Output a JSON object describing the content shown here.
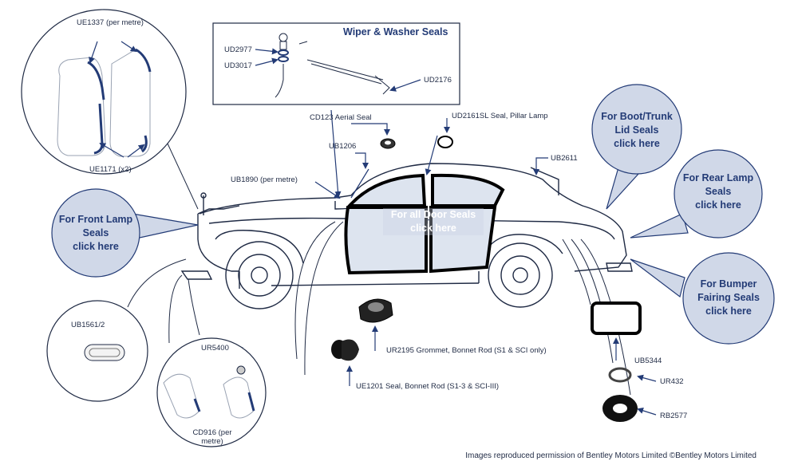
{
  "colors": {
    "accent": "#233b76",
    "callout_fill": "#d0d8e8",
    "callout_stroke": "#233b76",
    "line": "#1f2a44",
    "door_fill": "#c9d4e6"
  },
  "wiper_panel": {
    "title": "Wiper & Washer Seals"
  },
  "parts": {
    "ue1337": "UE1337 (per metre)",
    "ue1171": "UE1171 (x2)",
    "ud2977": "UD2977",
    "ud3017": "UD3017",
    "ud2176": "UD2176",
    "cd123": "CD123 Aerial Seal",
    "ud2161sl": "UD2161SL Seal, Pillar Lamp",
    "ub1206": "UB1206",
    "ub2611": "UB2611",
    "ub1890": "UB1890 (per metre)",
    "ub1561": "UB1561/2",
    "ur5400": "UR5400",
    "cd916_line1": "CD916 (per",
    "cd916_line2": "metre)",
    "ur2195": "UR2195 Grommet, Bonnet Rod (S1 & SCI only)",
    "ue1201": "UE1201 Seal, Bonnet Rod (S1-3 & SCI-III)",
    "ub5344": "UB5344",
    "ur432": "UR432",
    "rb2577": "RB2577"
  },
  "callouts": {
    "front_lamp": {
      "line1": "For Front Lamp",
      "line2": "Seals",
      "line3": "click here"
    },
    "boot_trunk": {
      "line1": "For Boot/Trunk",
      "line2": "Lid Seals",
      "line3": "click here"
    },
    "rear_lamp": {
      "line1": "For Rear Lamp",
      "line2": "Seals",
      "line3": "click here"
    },
    "bumper": {
      "line1": "For Bumper",
      "line2": "Fairing Seals",
      "line3": "click here"
    },
    "doors": {
      "line1": "For all Door Seals",
      "line2": "click here"
    }
  },
  "credit": "Images reproduced permission of Bentley Motors Limited ©Bentley Motors Limited"
}
